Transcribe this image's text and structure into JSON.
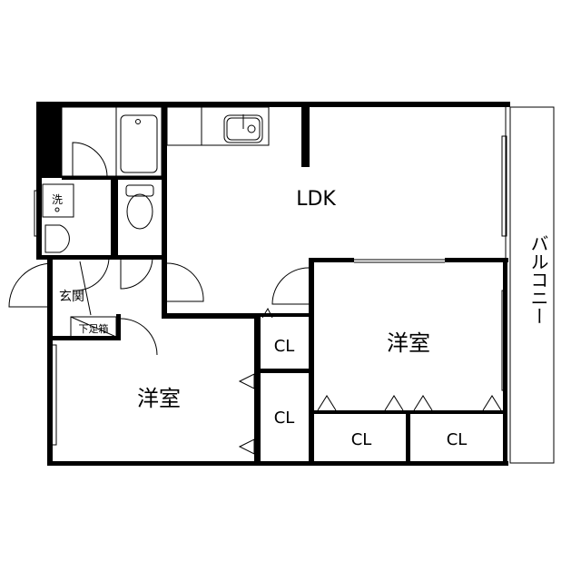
{
  "floorplan": {
    "rooms": {
      "ldk": "LDK",
      "western_room_left": "洋室",
      "western_room_right": "洋室",
      "entrance": "玄関",
      "shoe_box": "下足箱",
      "washer": "洗",
      "balcony": "バルコニー",
      "closet_1": "CL",
      "closet_2": "CL",
      "closet_3": "CL",
      "closet_4": "CL"
    },
    "colors": {
      "wall": "#000000",
      "background": "#ffffff",
      "fixture": "#555555"
    }
  }
}
